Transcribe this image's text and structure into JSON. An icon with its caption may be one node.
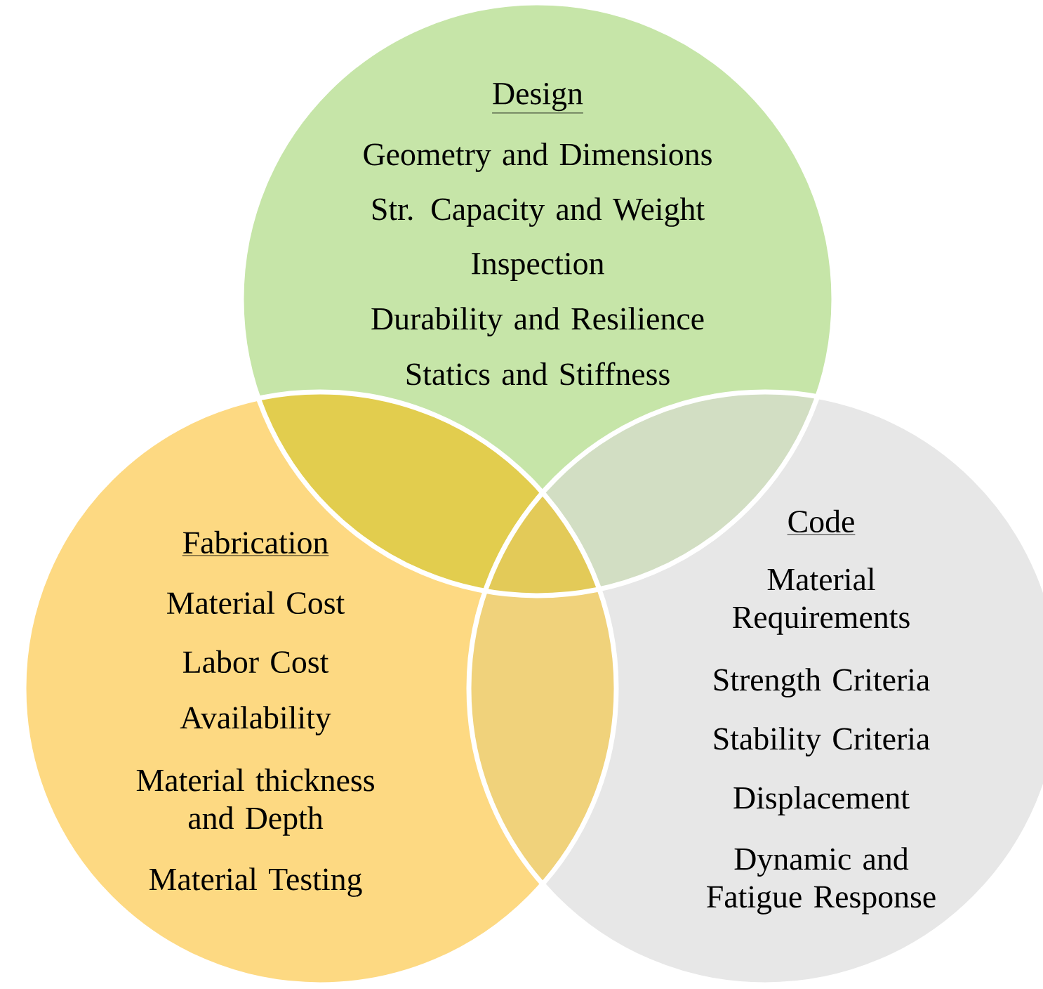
{
  "diagram": {
    "nodes": [
      {
        "text": [
          "Design",
          "Geometry and Dimensions",
          "Str. Capacity and Weight",
          "Inspection",
          "Durability and Resilience",
          "Statics and Stiffness"
        ]
      },
      {
        "text": [
          "Fabrication",
          "Material Cost",
          "Labor Cost",
          "Availability",
          "Material thickness and Depth",
          "Material Testing"
        ]
      },
      {
        "text": [
          "Code",
          "Material Requirements",
          "Strength Criteria",
          "Stability Criteria",
          "Displacement",
          "Dynamic and Fatigue Response"
        ]
      }
    ]
  }
}
